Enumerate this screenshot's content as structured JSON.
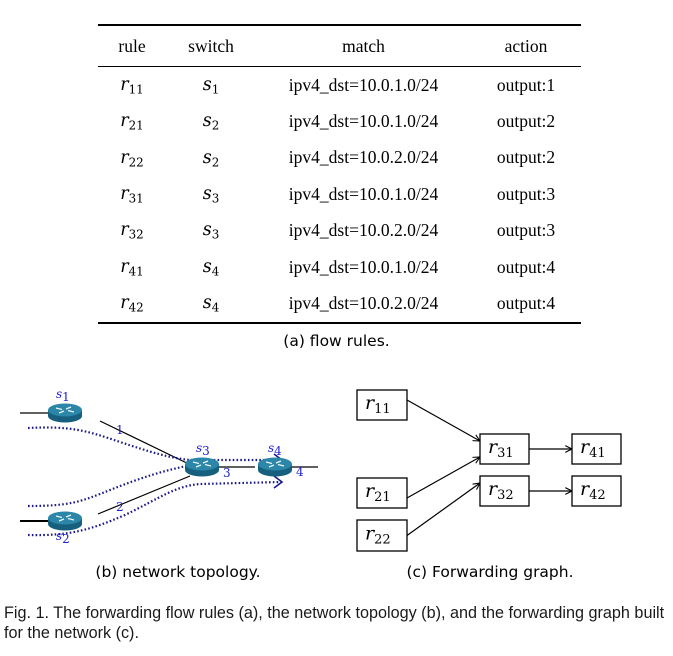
{
  "table": {
    "headers": [
      "rule",
      "switch",
      "match",
      "action"
    ],
    "rows": [
      {
        "rule": {
          "base": "r",
          "sub": "11"
        },
        "switch": {
          "base": "s",
          "sub": "1"
        },
        "match": "ipv4_dst=10.0.1.0/24",
        "action": "output:1"
      },
      {
        "rule": {
          "base": "r",
          "sub": "21"
        },
        "switch": {
          "base": "s",
          "sub": "2"
        },
        "match": "ipv4_dst=10.0.1.0/24",
        "action": "output:2"
      },
      {
        "rule": {
          "base": "r",
          "sub": "22"
        },
        "switch": {
          "base": "s",
          "sub": "2"
        },
        "match": "ipv4_dst=10.0.2.0/24",
        "action": "output:2"
      },
      {
        "rule": {
          "base": "r",
          "sub": "31"
        },
        "switch": {
          "base": "s",
          "sub": "3"
        },
        "match": "ipv4_dst=10.0.1.0/24",
        "action": "output:3"
      },
      {
        "rule": {
          "base": "r",
          "sub": "32"
        },
        "switch": {
          "base": "s",
          "sub": "3"
        },
        "match": "ipv4_dst=10.0.2.0/24",
        "action": "output:3"
      },
      {
        "rule": {
          "base": "r",
          "sub": "41"
        },
        "switch": {
          "base": "s",
          "sub": "4"
        },
        "match": "ipv4_dst=10.0.1.0/24",
        "action": "output:4"
      },
      {
        "rule": {
          "base": "r",
          "sub": "42"
        },
        "switch": {
          "base": "s",
          "sub": "4"
        },
        "match": "ipv4_dst=10.0.2.0/24",
        "action": "output:4"
      }
    ]
  },
  "captions": {
    "a": "(a) flow rules.",
    "b": "(b) network topology.",
    "c": "(c) Forwarding graph.",
    "figure": "Fig. 1. The forwarding flow rules (a), the network topology (b), and the forwarding graph built for the network (c)."
  },
  "topology": {
    "switches": [
      {
        "id": "s1",
        "base": "s",
        "sub": "1"
      },
      {
        "id": "s2",
        "base": "s",
        "sub": "2"
      },
      {
        "id": "s3",
        "base": "s",
        "sub": "3"
      },
      {
        "id": "s4",
        "base": "s",
        "sub": "4"
      }
    ],
    "port_labels": [
      "1",
      "2",
      "3",
      "4"
    ],
    "colors": {
      "router": "#1a6e8e",
      "router_top": "#2b86a8",
      "flow": "#1a1a8c",
      "label": "#2020d0"
    }
  },
  "forwarding_graph": {
    "nodes": [
      {
        "id": "r11",
        "base": "r",
        "sub": "11"
      },
      {
        "id": "r21",
        "base": "r",
        "sub": "21"
      },
      {
        "id": "r22",
        "base": "r",
        "sub": "22"
      },
      {
        "id": "r31",
        "base": "r",
        "sub": "31"
      },
      {
        "id": "r32",
        "base": "r",
        "sub": "32"
      },
      {
        "id": "r41",
        "base": "r",
        "sub": "41"
      },
      {
        "id": "r42",
        "base": "r",
        "sub": "42"
      }
    ],
    "edges": [
      [
        "r11",
        "r31"
      ],
      [
        "r21",
        "r31"
      ],
      [
        "r22",
        "r32"
      ],
      [
        "r31",
        "r41"
      ],
      [
        "r32",
        "r42"
      ]
    ]
  }
}
